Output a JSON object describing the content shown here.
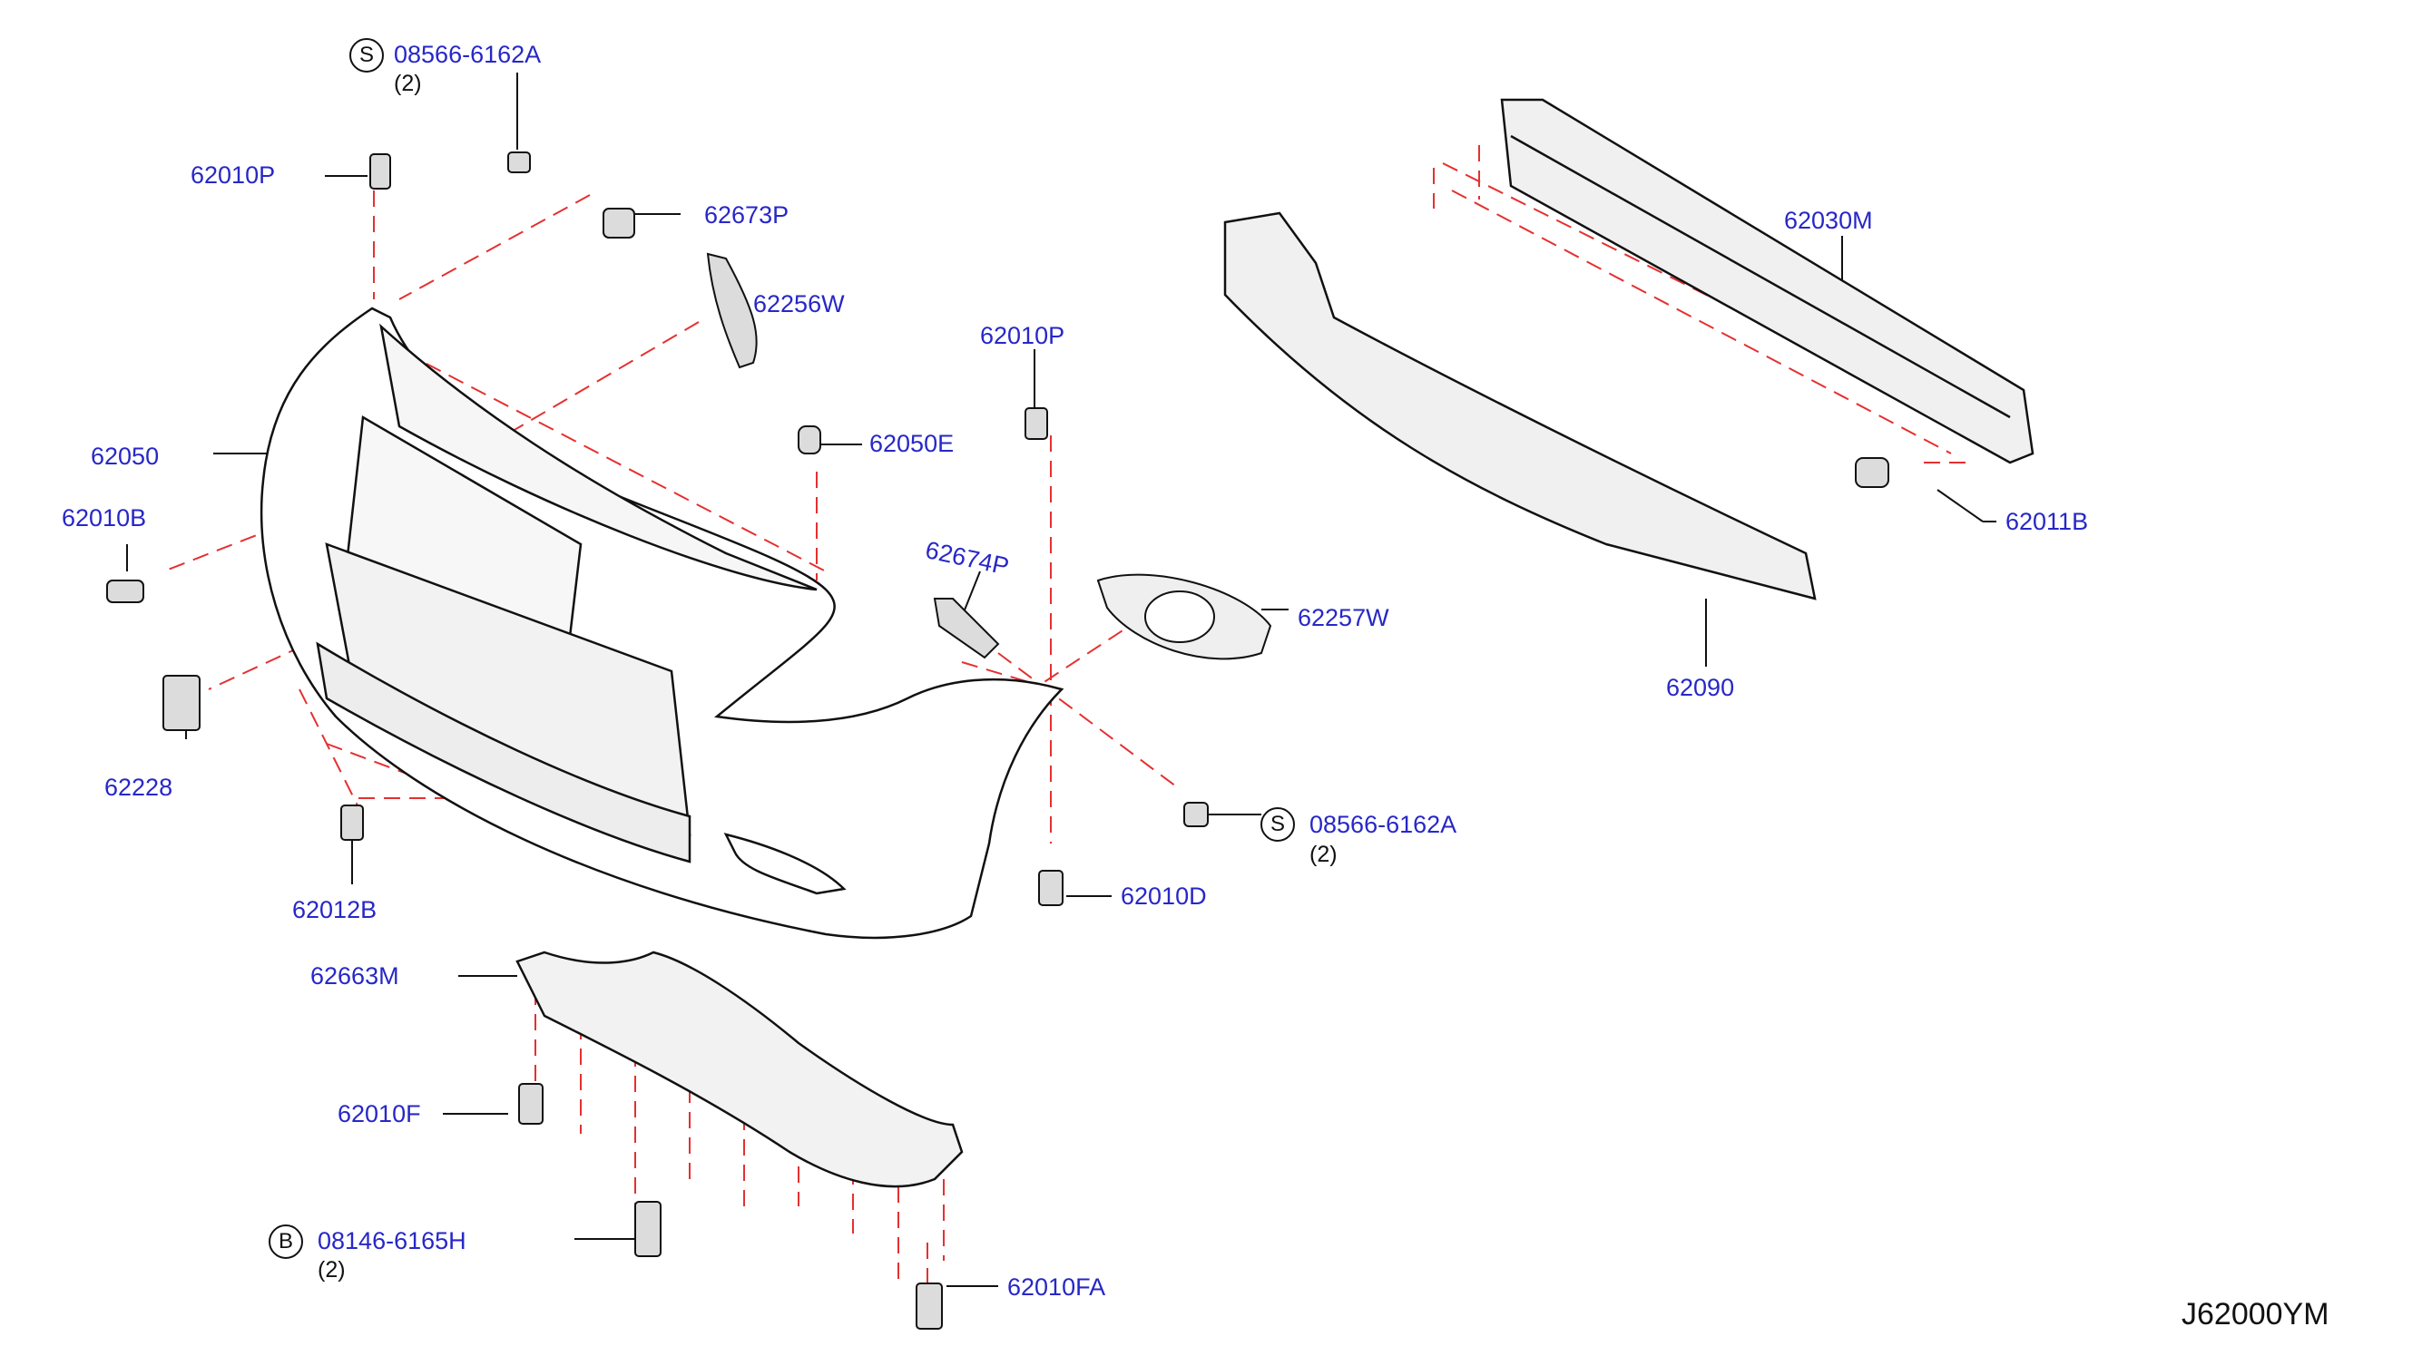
{
  "colors": {
    "label": "#2727c8",
    "leader": "#111111",
    "dashed": "#e53030",
    "part_fill": "#e6e6e6",
    "part_stroke": "#111111"
  },
  "labels": {
    "s_top_part": "08566-6162A",
    "s_top_qty": "(2)",
    "p62010p_left": "62010P",
    "p62673p": "62673P",
    "p62256w": "62256W",
    "p62010p_mid": "62010P",
    "p62050e": "62050E",
    "p62050": "62050",
    "p62010b": "62010B",
    "p62674p": "62674P",
    "p62257w": "62257W",
    "p62228": "62228",
    "s_right_part": "08566-6162A",
    "s_right_qty": "(2)",
    "p62010d": "62010D",
    "p62012b": "62012B",
    "p62663m": "62663M",
    "p62010f": "62010F",
    "b_part": "08146-6165H",
    "b_qty": "(2)",
    "p62010fa": "62010FA",
    "p62030m": "62030M",
    "p62011b": "62011B",
    "p62090": "62090"
  },
  "markers": {
    "s_top": "S",
    "s_right": "S",
    "b": "B"
  },
  "ref_code": "J62000YM"
}
